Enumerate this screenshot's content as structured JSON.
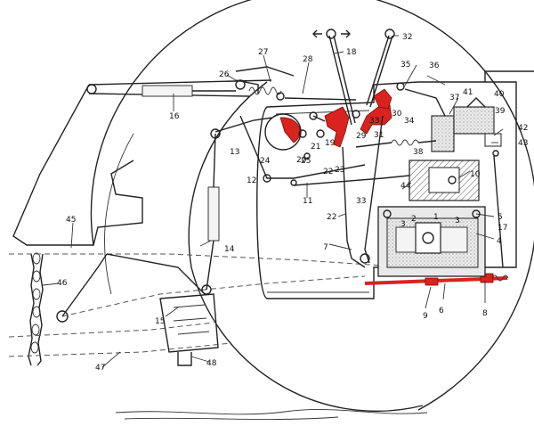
{
  "diagram": {
    "labels": [
      "1",
      "2",
      "3",
      "4",
      "5",
      "6",
      "7",
      "8",
      "9",
      "10",
      "11",
      "12",
      "13",
      "14",
      "15",
      "16",
      "17",
      "18",
      "19",
      "20",
      "21",
      "22",
      "23",
      "24",
      "25",
      "26",
      "27",
      "28",
      "29",
      "30",
      "31",
      "32",
      "33",
      "34",
      "35",
      "36",
      "37",
      "38",
      "39",
      "40",
      "41",
      "42",
      "43",
      "44",
      "45",
      "46",
      "47",
      "48"
    ],
    "colors": {
      "highlight": "#d8231f",
      "line": "#222222",
      "housing": "#e9e9e9"
    }
  }
}
